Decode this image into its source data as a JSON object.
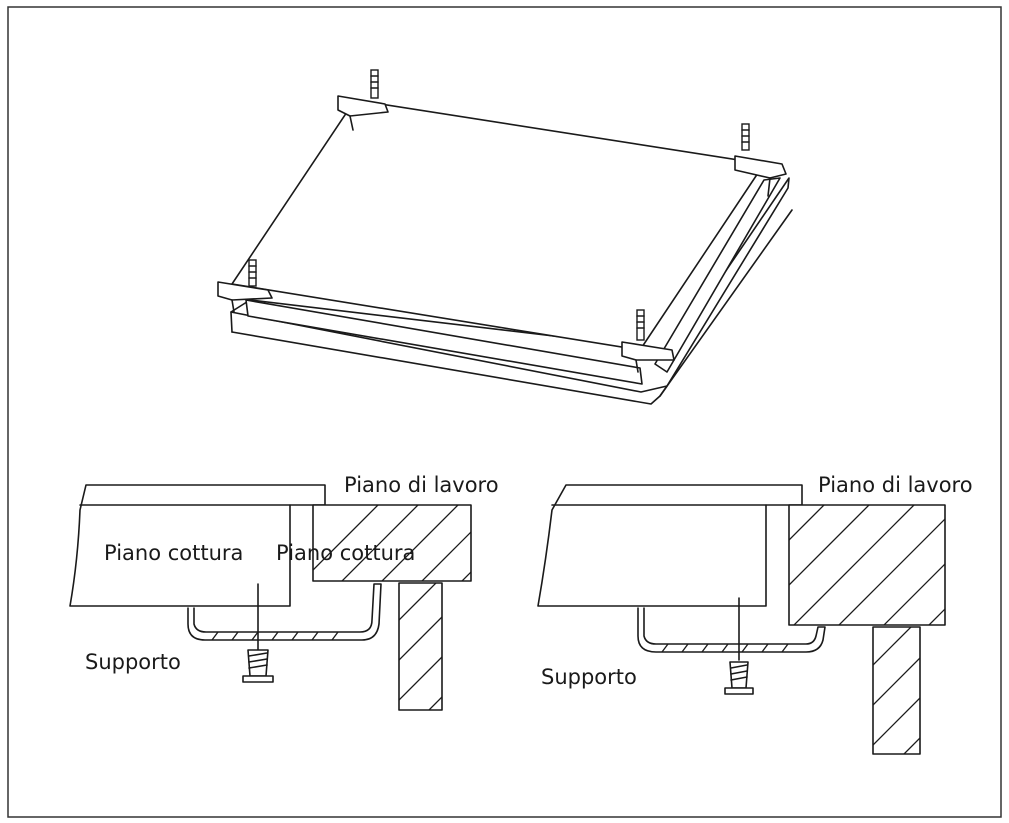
{
  "labels": {
    "worktop_left": "Piano di lavoro",
    "worktop_right": "Piano di lavoro",
    "hob_left_a": "Piano cottura",
    "hob_left_b": "Piano cottura",
    "bracket_left": "Supporto",
    "bracket_right": "Supporto"
  }
}
